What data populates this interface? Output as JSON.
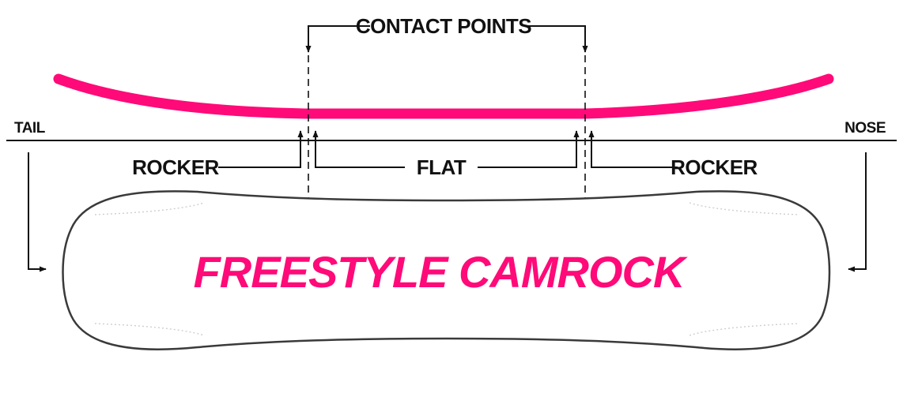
{
  "labels": {
    "contact_points": "CONTACT POINTS",
    "tail": "TAIL",
    "nose": "NOSE",
    "rocker_left": "ROCKER",
    "flat": "FLAT",
    "rocker_right": "ROCKER"
  },
  "board_title": "FREESTYLE CAMROCK",
  "colors": {
    "profile": "#ff0a78",
    "title": "#ff0a78",
    "lines": "#111111",
    "board_outline": "#3a3a3a",
    "background": "#ffffff"
  }
}
